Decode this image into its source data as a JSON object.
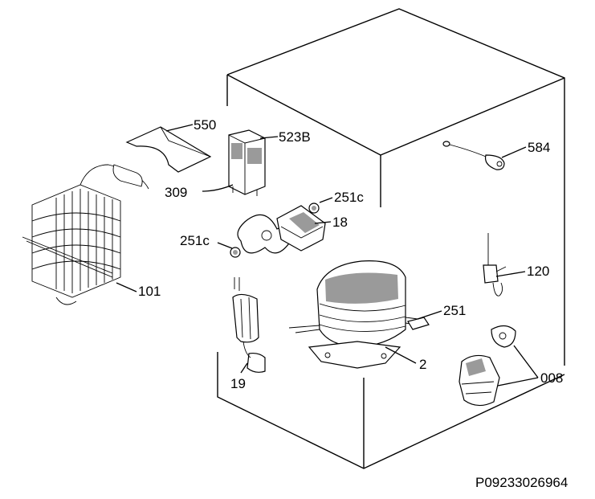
{
  "diagram": {
    "drawing_number": "P09233026964",
    "labels": {
      "p550": "550",
      "p523b": "523B",
      "p309": "309",
      "p251c_top": "251c",
      "p18": "18",
      "p251c_left": "251c",
      "p101": "101",
      "p584": "584",
      "p120": "120",
      "p251": "251",
      "p2": "2",
      "p19": "19",
      "p008": "008"
    }
  }
}
